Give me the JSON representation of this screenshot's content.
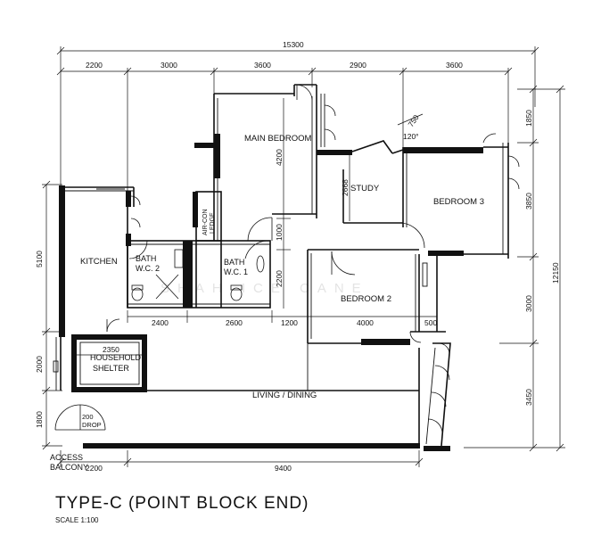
{
  "rooms": {
    "main_bedroom": "MAIN BEDROOM",
    "study": "STUDY",
    "bedroom_3": "BEDROOM 3",
    "kitchen": "KITCHEN",
    "bath_2_line1": "BATH",
    "bath_2_line2": "W.C. 2",
    "bath_1_line1": "BATH",
    "bath_1_line2": "W.C. 1",
    "aircon_line1": "AIR-CON",
    "aircon_line2": "LEDGE",
    "bedroom_2": "BEDROOM 2",
    "household_shelter_line1": "HOUSEHOLD",
    "household_shelter_line2": "SHELTER",
    "living_dining": "LIVING / DINING",
    "access_balcony_line1": "ACCESS",
    "access_balcony_line2": "BALCONY",
    "drop_line1": "200",
    "drop_line2": "DROP"
  },
  "dimensions": {
    "overall_top": "15300",
    "top_segments": [
      "2200",
      "3000",
      "3600",
      "2900",
      "3600"
    ],
    "bottom_segments": [
      "2200",
      "9400"
    ],
    "inner_segments": [
      "2400",
      "2600",
      "1200",
      "4000",
      "500"
    ],
    "shelter_width": "2350",
    "left_vertical": [
      "5100",
      "2000",
      "1800"
    ],
    "right_inner": [
      "1850",
      "3850",
      "3000",
      "3450"
    ],
    "right_overall": "12150",
    "main_bedroom_height": "4200",
    "corridor": [
      "1000",
      "2200"
    ],
    "study_height": "2668",
    "angled_width": "750",
    "angle": "120°"
  },
  "watermark": "SHAH ICE CANE",
  "title": "TYPE-C  (POINT BLOCK END)",
  "scale_label": "SCALE   1:100"
}
